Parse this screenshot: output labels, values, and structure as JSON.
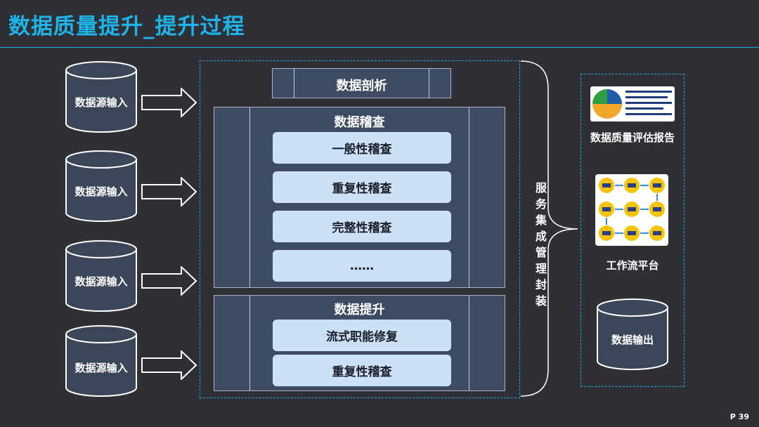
{
  "header": {
    "title": "数据质量提升_提升过程"
  },
  "inputs": [
    {
      "label": "数据源输入"
    },
    {
      "label": "数据源输入"
    },
    {
      "label": "数据源输入"
    },
    {
      "label": "数据源输入"
    }
  ],
  "profiling": {
    "label": "数据剖析"
  },
  "audit": {
    "title": "数据稽查",
    "items": [
      "一般性稽查",
      "重复性稽查",
      "完整性稽查",
      "……"
    ]
  },
  "improve": {
    "title": "数据提升",
    "items": [
      "流式职能修复",
      "重复性稽查"
    ]
  },
  "integration": {
    "label": "服务集成管理封装"
  },
  "outputs": {
    "report_label": "数据质量评估报告",
    "workflow_label": "工作流平台",
    "output_label": "数据输出"
  },
  "colors": {
    "background": "#2e3035",
    "title": "#1eb4ea",
    "panel": "#3d4b63",
    "pill": "#cde1f6",
    "dashed_border": "#24a7d8"
  },
  "footer": {
    "page": "P 39"
  }
}
